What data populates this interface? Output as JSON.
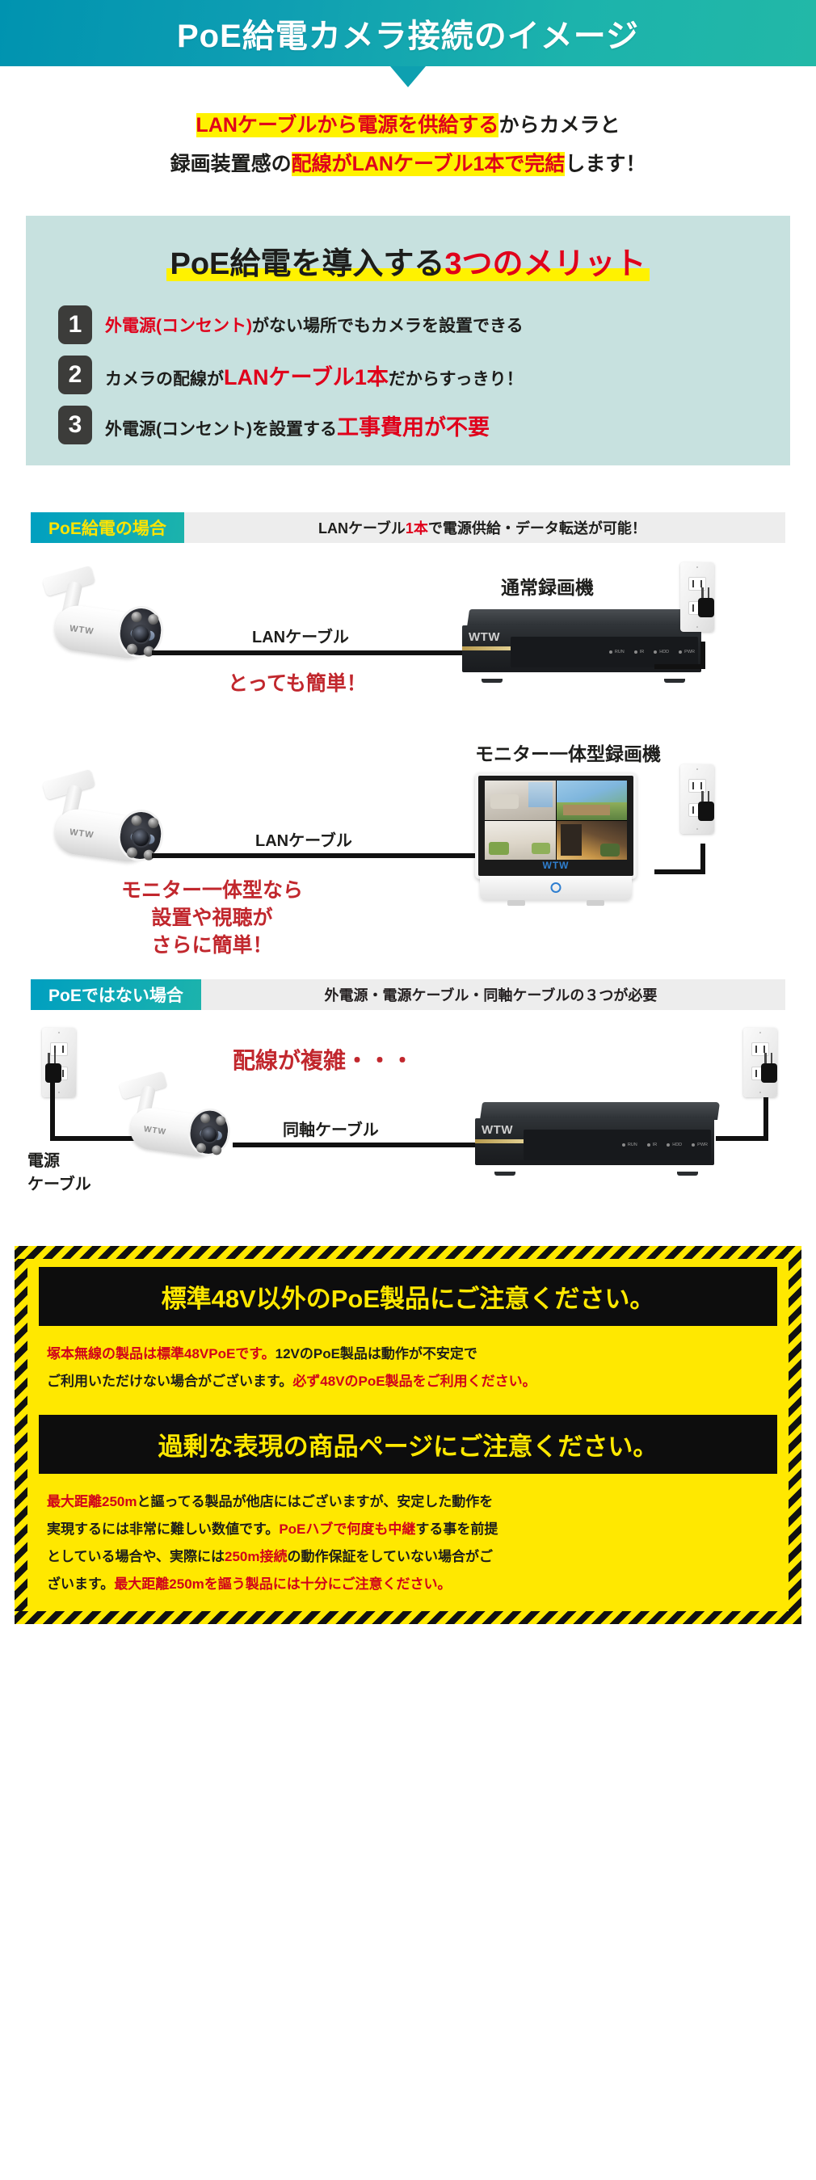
{
  "header": {
    "title": "PoE給電カメラ接続のイメージ",
    "gradient_from": "#0093b0",
    "gradient_to": "#22b8a7"
  },
  "lead": {
    "line1_hl_red": "LANケーブルから電源を供給する",
    "line1_rest": "からカメラと",
    "line2_pre": "録画装置感の",
    "line2_hl_red": "配線がLANケーブル1本で完結",
    "line2_rest": "します！"
  },
  "merits": {
    "title_black": "PoE給電を導入する",
    "title_red": "3つのメリット",
    "bg_color": "#c7e1df",
    "highlight_color": "#fff200",
    "items": [
      {
        "number": "1",
        "red_text": "外電源(コンセント)",
        "black_text": "がない場所でもカメラを設置できる"
      },
      {
        "number": "2",
        "pre_text": "カメラの配線が",
        "red_big": "LANケーブル1本",
        "post_text": "だからすっきり！"
      },
      {
        "number": "3",
        "pre_text": "外電源(コンセント)を設置する",
        "red_big": "工事費用が不要"
      }
    ]
  },
  "poe_section": {
    "chip": "PoE給電の場合",
    "chip_text_color": "#ffe400",
    "note_pre": "LANケーブル",
    "note_red": "1本",
    "note_post": "で電源供給・データ転送が可能！",
    "diagram1": {
      "camera_brand": "WTW",
      "cable_label": "LANケーブル",
      "device_label": "通常録画機",
      "device_brand": "WTW",
      "leds": [
        "RUN",
        "IR",
        "HDD",
        "PWR"
      ],
      "caption_red": "とっても簡単！"
    },
    "diagram2": {
      "camera_brand": "WTW",
      "cable_label": "LANケーブル",
      "device_label": "モニター一体型録画機",
      "monitor_brand": "WTW",
      "caption_red_line1": "モニター一体型なら",
      "caption_red_line2": "設置や視聴が",
      "caption_red_line3": "さらに簡単！"
    }
  },
  "nonpoe_section": {
    "chip": "PoEではない場合",
    "chip_text_color": "#ffffff",
    "note": "外電源・電源ケーブル・同軸ケーブルの３つが必要",
    "diagram": {
      "caption_red": "配線が複雑・・・",
      "power_cable_label_line1": "電源",
      "power_cable_label_line2": "ケーブル",
      "coax_label": "同軸ケーブル",
      "camera_brand": "WTW",
      "device_brand": "WTW",
      "leds": [
        "RUN",
        "IR",
        "HDD",
        "PWR"
      ]
    }
  },
  "warnings": [
    {
      "banner": "標準48V以外のPoE製品にご注意ください。",
      "lines": [
        [
          {
            "t": "塚本無線の製品は標準48VPoEです。",
            "c": "red"
          },
          {
            "t": "12VのPoE製品は動作が不安定で",
            "c": "black"
          }
        ],
        [
          {
            "t": "ご利用いただけない場合がございます。",
            "c": "black"
          },
          {
            "t": "必ず48VのPoE製品をご利用ください。",
            "c": "red"
          }
        ]
      ]
    },
    {
      "banner": "過剰な表現の商品ページにご注意ください。",
      "lines": [
        [
          {
            "t": "最大距離250m",
            "c": "red"
          },
          {
            "t": "と謳ってる製品が他店にはございますが、安定した動作を",
            "c": "black"
          }
        ],
        [
          {
            "t": "実現するには非常に難しい数値です。",
            "c": "black"
          },
          {
            "t": "PoEハブで何度も中継",
            "c": "red"
          },
          {
            "t": "する事を前提",
            "c": "black"
          }
        ],
        [
          {
            "t": "としている場合や、実際には",
            "c": "black"
          },
          {
            "t": "250m接続",
            "c": "red"
          },
          {
            "t": "の動作保証をしていない場合がご",
            "c": "black"
          }
        ],
        [
          {
            "t": "ざいます。",
            "c": "black"
          },
          {
            "t": "最大距離250mを謳う製品には十分にご注意ください。",
            "c": "red"
          }
        ]
      ]
    }
  ]
}
